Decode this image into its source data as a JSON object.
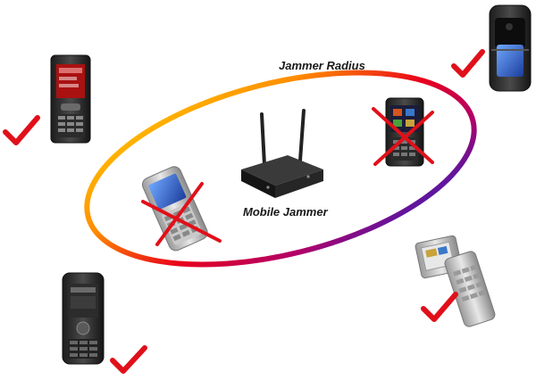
{
  "labels": {
    "radius": "Jammer Radius",
    "device": "Mobile Jammer"
  },
  "colors": {
    "ring_gradient": [
      "#ffd400",
      "#ff8c00",
      "#e8001c",
      "#b0006a",
      "#3b1fb4",
      "#2434c8"
    ],
    "check": "#e0101a",
    "cross": "#e0101a"
  },
  "phones": [
    {
      "name": "phone-top-left",
      "status": "outside radius",
      "signal": "allowed",
      "mark": "check-icon"
    },
    {
      "name": "phone-top-right",
      "status": "outside radius",
      "signal": "allowed",
      "mark": "check-icon"
    },
    {
      "name": "phone-inside-right",
      "status": "inside radius",
      "signal": "blocked",
      "mark": "cross-icon"
    },
    {
      "name": "phone-inside-left",
      "status": "inside radius",
      "signal": "blocked",
      "mark": "cross-icon"
    },
    {
      "name": "phone-bottom-left",
      "status": "outside radius",
      "signal": "allowed",
      "mark": "check-icon"
    },
    {
      "name": "phone-bottom-right",
      "status": "outside radius",
      "signal": "allowed",
      "mark": "check-icon"
    }
  ]
}
